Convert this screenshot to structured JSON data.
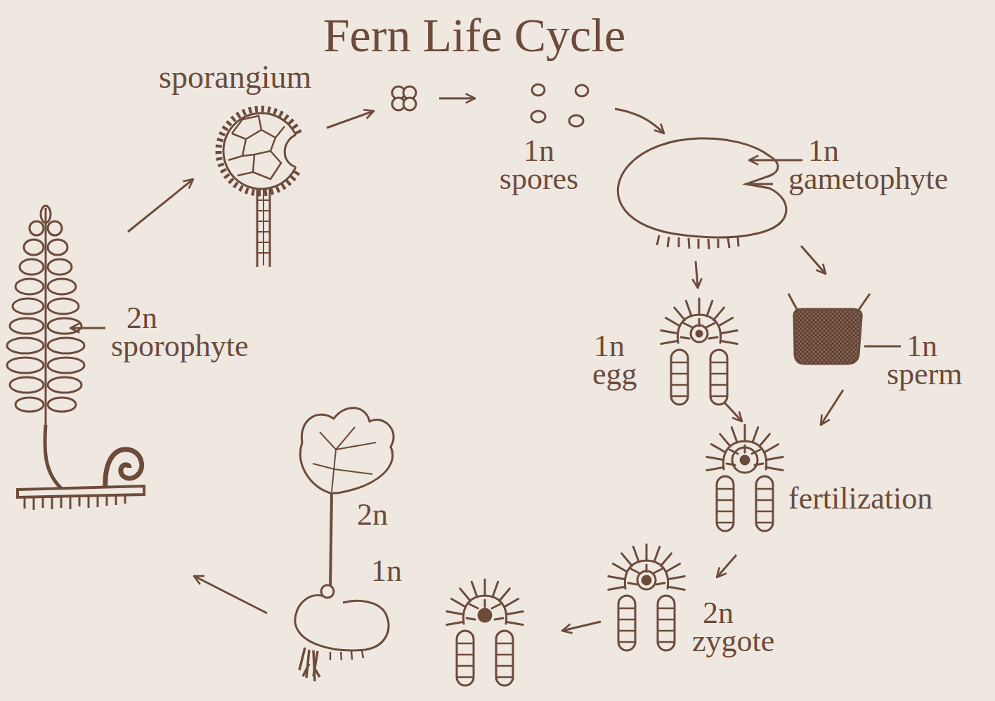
{
  "diagram": {
    "title": "Fern Life Cycle",
    "labels": [
      "sporangium",
      "1n spores",
      "1n gametophyte",
      "2n sporophyte",
      "1n egg",
      "1n sperm",
      "fertilization",
      "2n",
      "1n",
      "2n zygote"
    ]
  }
}
